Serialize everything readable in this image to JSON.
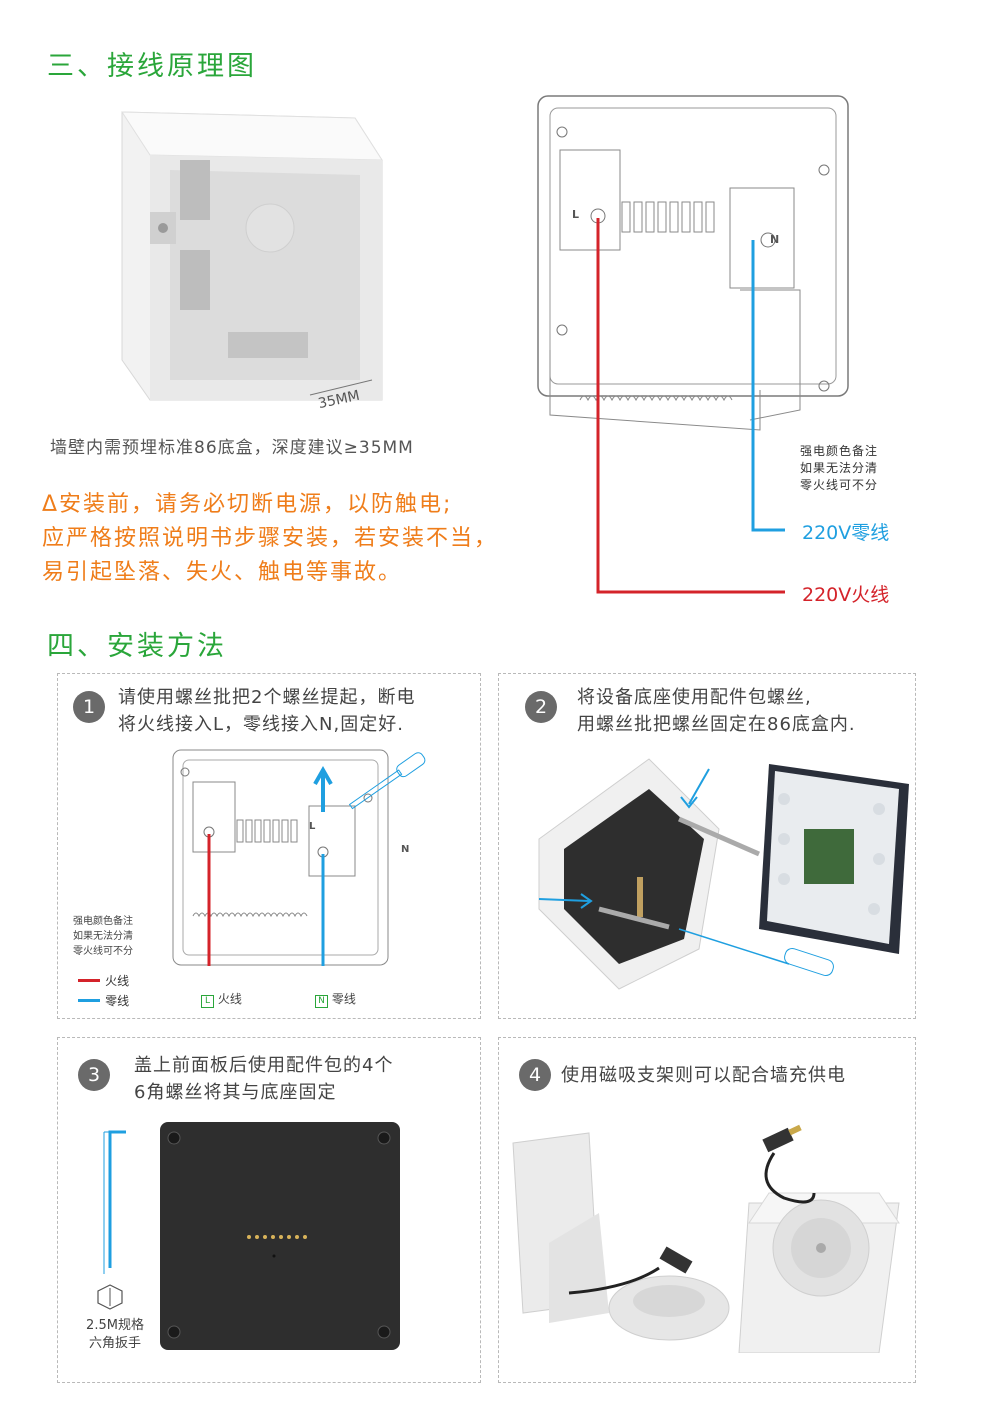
{
  "section3": {
    "title": "三、接线原理图",
    "box_depth_label": "35MM",
    "box_caption": "墙壁内需预埋标准86底盒，深度建议≥35MM",
    "warning_lines": [
      "Δ安装前，请务必切断电源，以防触电;",
      "应严格按照说明书步骤安装，若安装不当，",
      "易引起坠落、失火、触电等事故。"
    ],
    "note_lines": [
      "强电颜色备注",
      "如果无法分清",
      "零火线可不分"
    ],
    "neutral_label": "220V零线",
    "live_label": "220V火线",
    "terminal_l": "L",
    "terminal_n": "N"
  },
  "section4": {
    "title": "四、安装方法",
    "steps": [
      {
        "num": "1",
        "text_lines": [
          "请使用螺丝批把2个螺丝提起，断电",
          "将火线接入L，零线接入N,固定好."
        ]
      },
      {
        "num": "2",
        "text_lines": [
          "将设备底座使用配件包螺丝,",
          "用螺丝批把螺丝固定在86底盒内."
        ]
      },
      {
        "num": "3",
        "text_lines": [
          "盖上前面板后使用配件包的4个",
          "6角螺丝将其与底座固定"
        ]
      },
      {
        "num": "4",
        "text_lines": [
          "使用磁吸支架则可以配合墙充供电"
        ]
      }
    ],
    "step1_note_lines": [
      "强电颜色备注",
      "如果无法分清",
      "零火线可不分"
    ],
    "legend_live": "火线",
    "legend_neutral": "零线",
    "tag_l": "L",
    "tag_n": "N",
    "wrench_lines": [
      "2.5M规格",
      "六角扳手"
    ]
  },
  "colors": {
    "green_title": "#2aa63a",
    "warning_orange": "#ef7d1a",
    "live_red": "#d4232a",
    "neutral_blue": "#1f9fe0"
  }
}
